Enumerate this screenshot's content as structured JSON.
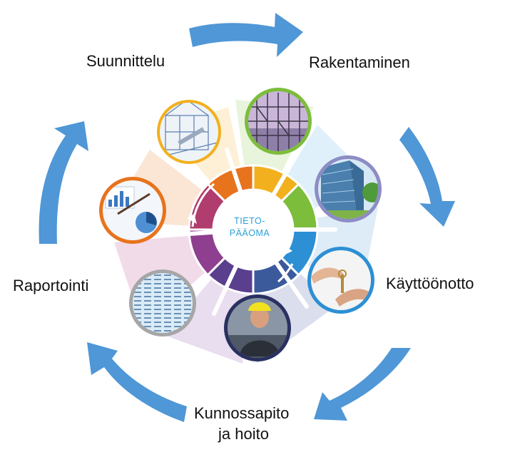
{
  "center": {
    "line1": "TIETO-",
    "line2": "PÄÄOMA"
  },
  "phases": [
    {
      "id": "suunnittelu",
      "label": "Suunnittelu",
      "color": "#f2b01e",
      "icon": "blueprint-icon"
    },
    {
      "id": "rakentaminen",
      "label": "Rakentaminen",
      "color": "#7cbd3b",
      "icon": "construction-scaffold-icon"
    },
    {
      "id": "kayttoonotto",
      "label": "Käyttöönotto",
      "color": "#2d8fd4",
      "icon": "handing-keys-icon"
    },
    {
      "id": "kunnossapito",
      "label_line1": "Kunnossapito",
      "label_line2": "ja hoito",
      "color": "#3b3f7a",
      "icon": "worker-hardhat-icon"
    },
    {
      "id": "raportointi",
      "label": "Raportointi",
      "color": "#e8731d",
      "icon": "report-charts-icon"
    }
  ],
  "colors": {
    "arrow": "#4f97d6",
    "ring": [
      "#e8731d",
      "#f2b01e",
      "#7cbd3b",
      "#2d8fd4",
      "#3b5a9c",
      "#5a3f8f",
      "#8f3f8f",
      "#b03d6e"
    ],
    "photo_borders": {
      "blueprint": "#f2b01e",
      "scaffold": "#7cbd3b",
      "building": "#8e8cc4",
      "keys": "#2d8fd4",
      "worker": "#2a3160",
      "spreadsheet": "#a6a6a6",
      "charts": "#e8731d"
    }
  }
}
